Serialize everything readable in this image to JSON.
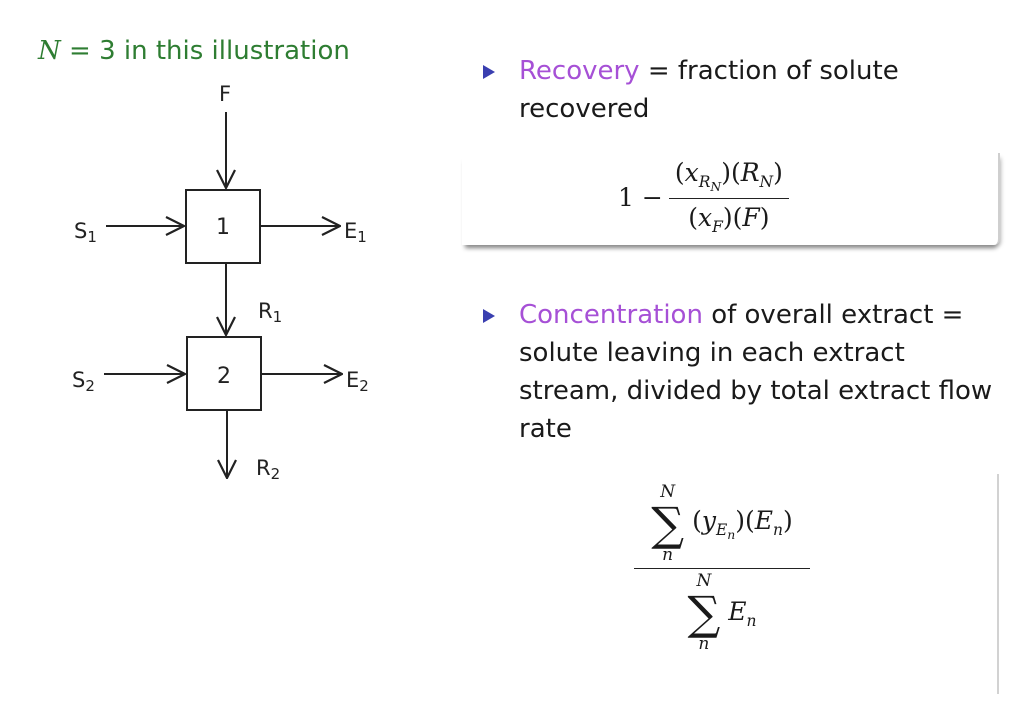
{
  "caption": {
    "var": "N",
    "rest": "= 3 in this illustration"
  },
  "diagram": {
    "feed": "F",
    "stage1": "1",
    "stage2": "2",
    "solvent1": "S",
    "solvent1_sub": "1",
    "solvent2": "S",
    "solvent2_sub": "2",
    "extract1": "E",
    "extract1_sub": "1",
    "extract2": "E",
    "extract2_sub": "2",
    "raffinate1": "R",
    "raffinate1_sub": "1",
    "raffinate2": "R",
    "raffinate2_sub": "2"
  },
  "bullets": [
    {
      "term": "Recovery",
      "text": " = fraction of solute recovered"
    },
    {
      "term": "Concentration",
      "text": " of overall extract = solute leaving in each extract stream, divided by total extract flow rate"
    }
  ],
  "formula_recovery": {
    "one": "1 −",
    "num_open": "(",
    "num_x": "x",
    "num_x_sub_R": "R",
    "num_x_sub_N": "N",
    "num_mid": ")(",
    "num_R": "R",
    "num_R_sub": "N",
    "num_close": ")",
    "den_open": "(",
    "den_x": "x",
    "den_x_sub": "F",
    "den_mid": ")(",
    "den_F": "F",
    "den_close": ")"
  },
  "formula_concentration": {
    "sum_upper": "N",
    "sum_lower": "n",
    "sigma": "∑",
    "num_open": "(",
    "num_y": "y",
    "num_y_sub_E": "E",
    "num_y_sub_n": "n",
    "num_mid": ")(",
    "num_E": "E",
    "num_E_sub": "n",
    "num_close": ")",
    "den_E": "E",
    "den_E_sub": "n"
  }
}
